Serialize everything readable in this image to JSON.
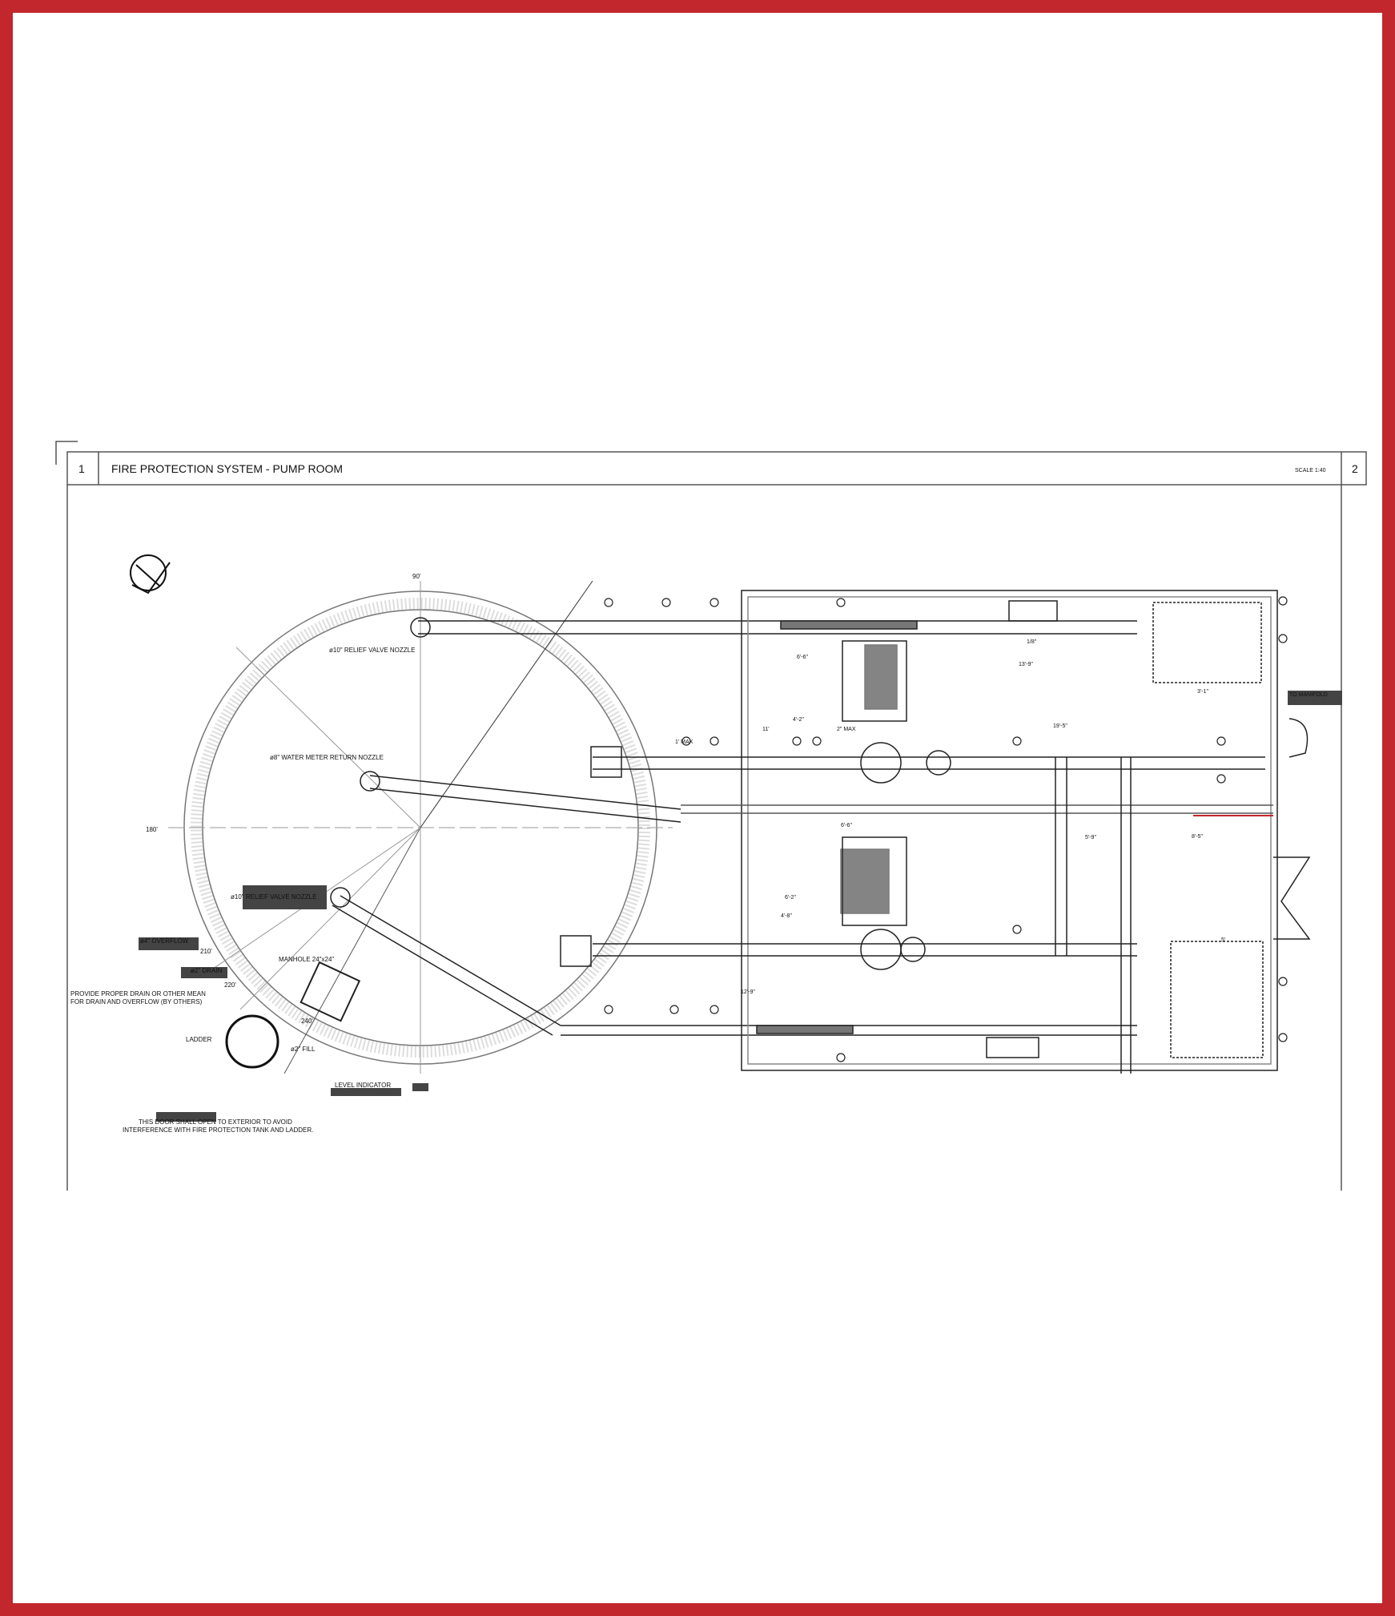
{
  "sheet": {
    "drawing_number": "1",
    "title": "FIRE PROTECTION SYSTEM - PUMP ROOM",
    "scale": "SCALE 1:40",
    "sheet_ref": "2"
  },
  "tank": {
    "angle_90": "90'",
    "angle_180": "180'",
    "angle_210": "210'",
    "angle_220": "220'",
    "angle_240": "240'",
    "relief_nozzle_top": "ø10\" RELIEF VALVE NOZZLE",
    "return_nozzle": "ø8\" WATER METER RETURN NOZZLE",
    "relief_nozzle_bottom": "ø10\" RELIEF VALVE NOZZLE",
    "overflow": "ø4\" OVERFLOW",
    "drain": "ø2\" DRAIN",
    "drain_note_1": "PROVIDE PROPER DRAIN OR OTHER MEAN",
    "drain_note_2": "FOR DRAIN AND OVERFLOW (BY OTHERS)",
    "manhole": "MANHOLE 24\"x24\"",
    "ladder": "LADDER",
    "fill": "ø2\" FILL",
    "level_indicator": "LEVEL INDICATOR",
    "door_note_1": "THIS DOOR SHALL OPEN TO EXTERIOR TO AVOID",
    "door_note_2": "INTERFERENCE WITH FIRE PROTECTION TANK AND LADDER."
  },
  "room": {
    "dims": [
      "6'-6\"",
      "13'-9\"",
      "19'-5\"",
      "4'-2\"",
      "11'",
      "2\" MAX",
      "1' MAX",
      "6'-6\"",
      "5'-9\"",
      "8'-5\"",
      "6'-2\"",
      "4'-8\"",
      "12'-9\"",
      "3'-1\"",
      "1/8\"",
      "5'"
    ],
    "manifold": "TO MANIFOLD"
  },
  "colors": {
    "border": "#c1272d",
    "line": "#111111",
    "highlight": "#444444",
    "accent_pipe": "#c1272d"
  }
}
